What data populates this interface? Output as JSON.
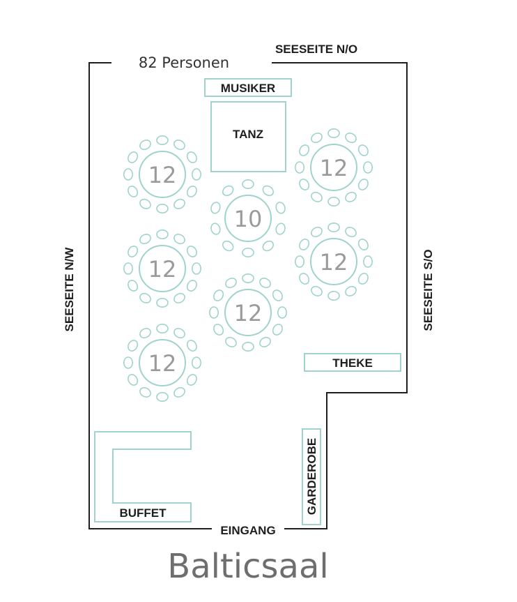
{
  "colors": {
    "wall": "#1e1e1e",
    "furniture": "#9fd3cc",
    "table_number": "#9a9a9a",
    "title": "#6e6e6e"
  },
  "room": {
    "title": "Balticsaal",
    "capacity": "82 Personen"
  },
  "labels": {
    "seaside_no": "SEESEITE N/O",
    "seaside_nw": "SEESEITE N/W",
    "seaside_so": "SEESEITE S/O",
    "entrance": "EINGANG"
  },
  "zones": {
    "musicians": "MUSIKER",
    "dance": "TANZ",
    "bar": "THEKE",
    "buffet": "BUFFET",
    "cloakroom": "GARDEROBE"
  },
  "tables": [
    {
      "label": "12",
      "seats": 12
    },
    {
      "label": "12",
      "seats": 12
    },
    {
      "label": "12",
      "seats": 12
    },
    {
      "label": "10",
      "seats": 10
    },
    {
      "label": "12",
      "seats": 12
    },
    {
      "label": "12",
      "seats": 12
    },
    {
      "label": "12",
      "seats": 12
    }
  ],
  "icons": {
    "seat": "seat-icon",
    "table": "round-table-icon"
  }
}
